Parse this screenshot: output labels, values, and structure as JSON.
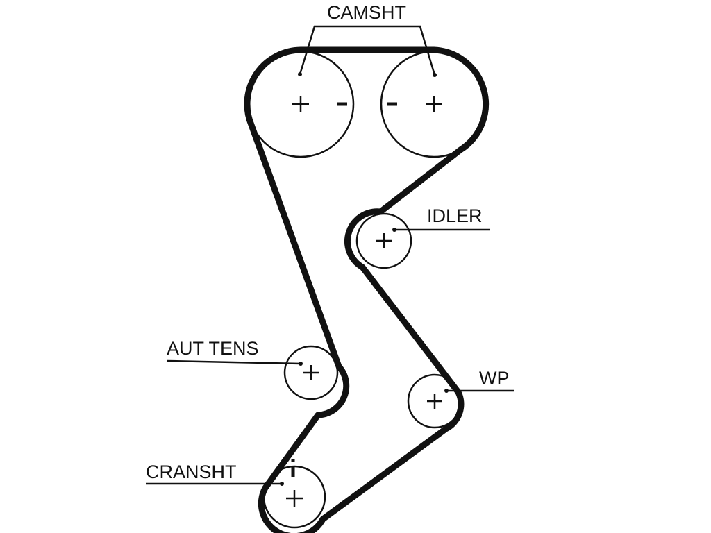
{
  "labels": {
    "camshaft": "CAMSHT",
    "idler": "IDLER",
    "auto_tensioner": "AUT TENS",
    "water_pump": "WP",
    "crankshaft": "CRANSHT"
  },
  "colors": {
    "line": "#111111",
    "background": "#ffffff"
  }
}
